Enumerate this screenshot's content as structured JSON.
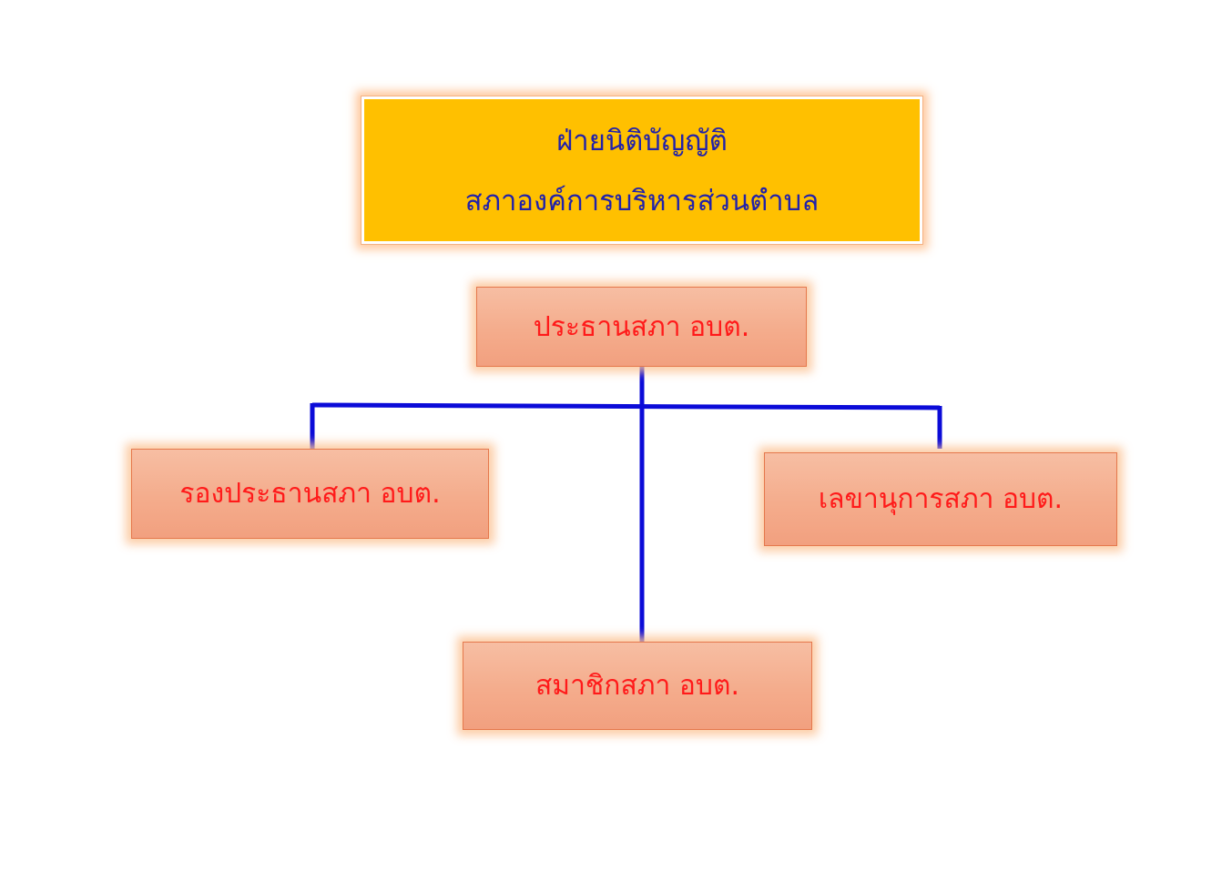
{
  "title_box": {
    "line1": "ฝ่ายนิติบัญญัติ",
    "line2": "สภาองค์การบริหารส่วนตำบล"
  },
  "roles": {
    "chairman": "ประธานสภา อบต.",
    "vice_chairman": "รองประธานสภา อบต.",
    "secretary": "เลขานุการสภา อบต.",
    "member": "สมาชิกสภา อบต."
  },
  "colors": {
    "title_fill": "#ffc000",
    "title_text": "#2222aa",
    "role_fill": "#f4ac8c",
    "role_text": "#ff1a1a",
    "connector": "#0b0bd8"
  }
}
